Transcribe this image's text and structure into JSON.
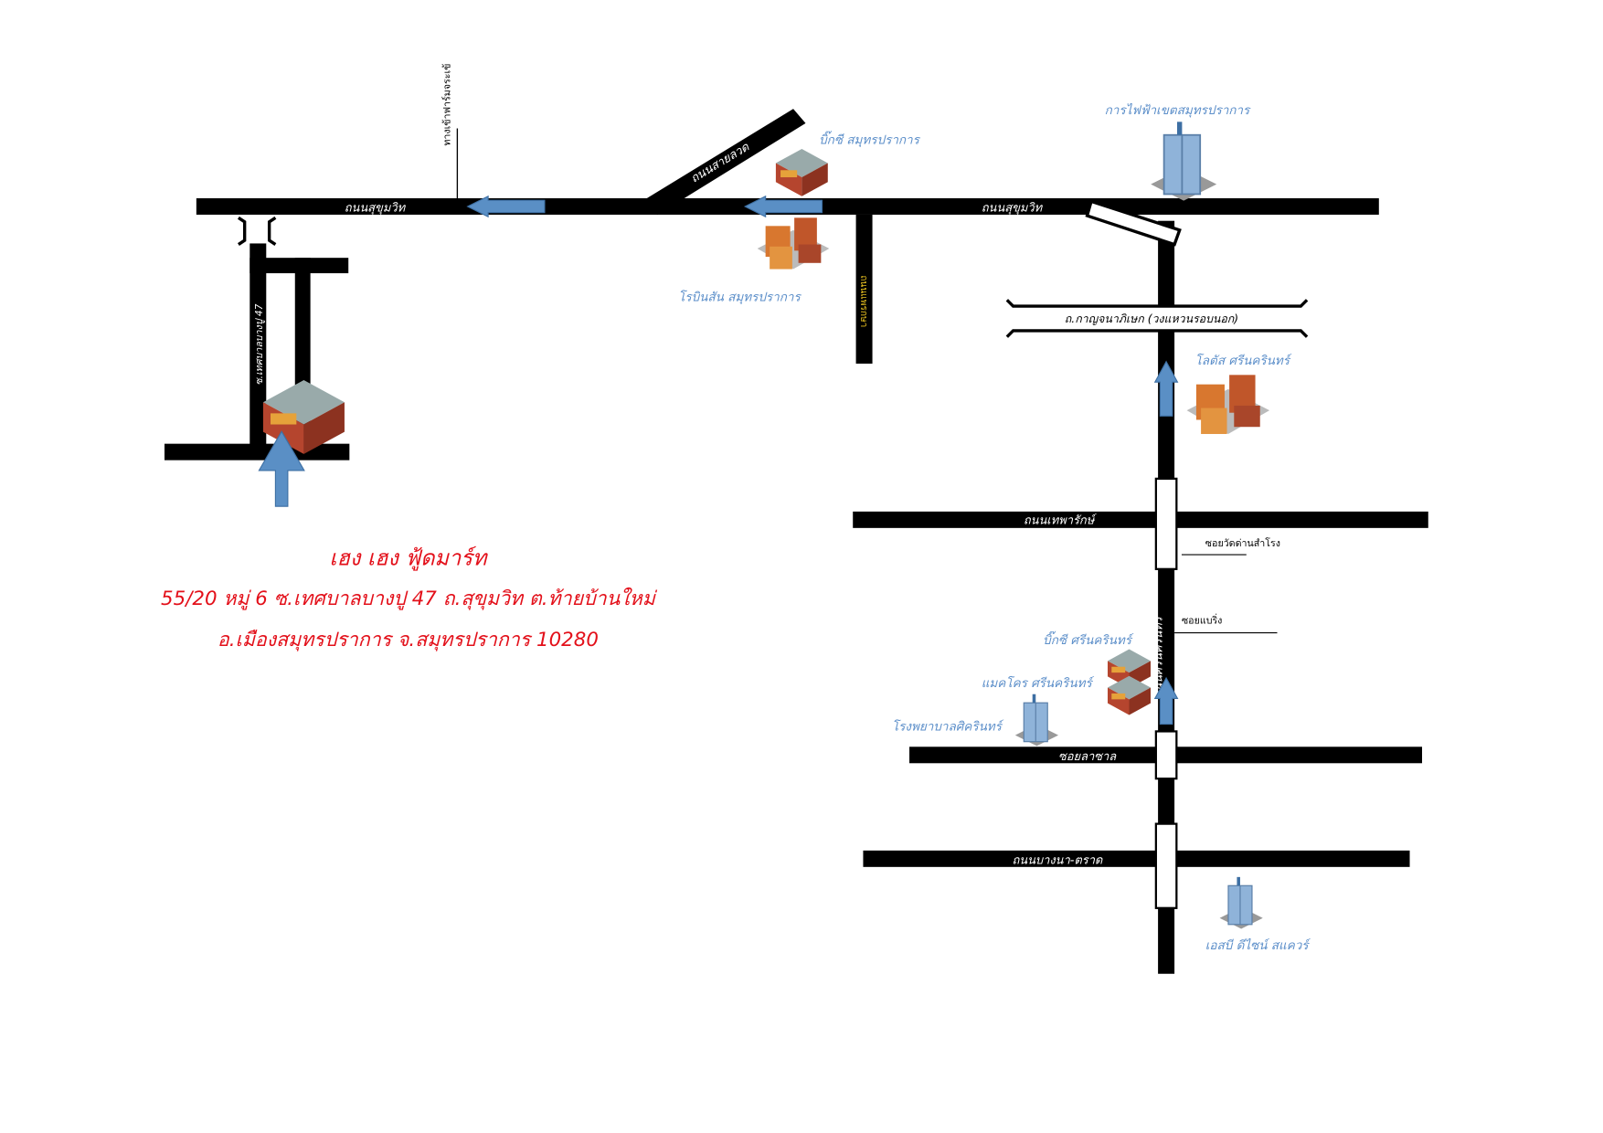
{
  "store": {
    "name": "เฮง เฮง ฟู้ดมาร์ท",
    "address_line1": "55/20 หมู่ 6 ซ.เทศบาลบางปู 47 ถ.สุขุมวิท ต.ท้ายบ้านใหม่",
    "address_line2": "อ.เมืองสมุทรปราการ จ.สมุทรปราการ 10280"
  },
  "roads": {
    "sukhumvit_west": "ถนนสุขุมวิท",
    "sukhumvit_east": "ถนนสุขุมวิท",
    "sailuat": "ถนนสายลวด",
    "praeksa": "ถนนแพรกษา",
    "bangpu47": "ซ.เทศบาลบางปู 47",
    "crocodile_farm": "ทางเข้าฟาร์มจระเข้",
    "kanchanaphisek": "ถ.กาญจนาภิเษก (วงแหวนรอบนอก)",
    "thepharak": "ถนนเทพารักษ์",
    "srinakarin": "ถนนศรีนครินทร์",
    "soi_wat_dan_samrong": "ซอยวัดด่านสำโรง",
    "soi_baering": "ซอยแบริ่ง",
    "soi_lasalle": "ซอยลาซาล",
    "bangna_trat": "ถนนบางนา-ตราด"
  },
  "places": {
    "bigc_samutprakan": "บิ๊กซี สมุทรปราการ",
    "robinson_samutprakan": "โรบินสัน สมุทรปราการ",
    "pea_samutprakan": "การไฟฟ้าเขตสมุทรปราการ",
    "lotus_srinakarin": "โลตัส ศรีนครินทร์",
    "bigc_srinakarin": "บิ๊กซี ศรีนครินทร์",
    "makro_srinakarin": "แมคโคร ศรีนครินทร์",
    "sikarin_hospital": "โรงพยาบาลศิครินทร์",
    "sb_design_square": "เอสบี ดีไซน์ สแควร์"
  },
  "colors": {
    "place_label": "#5b8ec9",
    "address": "#e3101a",
    "arrow": "#5a8fc5"
  }
}
